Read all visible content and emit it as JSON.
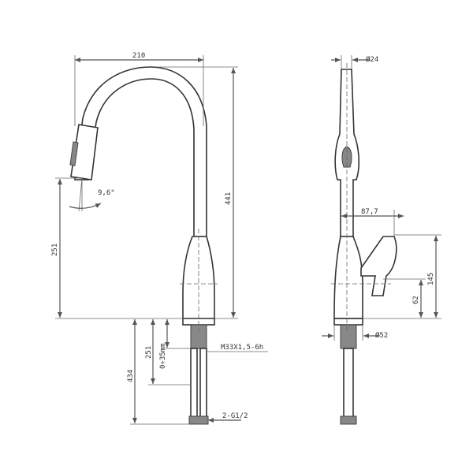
{
  "dimensions": {
    "width_210": "210",
    "height_441": "441",
    "height_251_left": "251",
    "angle": "9,6°",
    "height_434": "434",
    "height_251_lower": "251",
    "range_0_35": "0÷35mm",
    "thread": "M33X1,5-6h",
    "hose": "2-G1/2",
    "dia_24": "Ø24",
    "offset_87_7": "87,7",
    "height_145": "145",
    "height_62": "62",
    "dia_52": "Ø52"
  },
  "colors": {
    "line": "#555555",
    "outline": "#333333",
    "fill_dark": "#888888"
  }
}
